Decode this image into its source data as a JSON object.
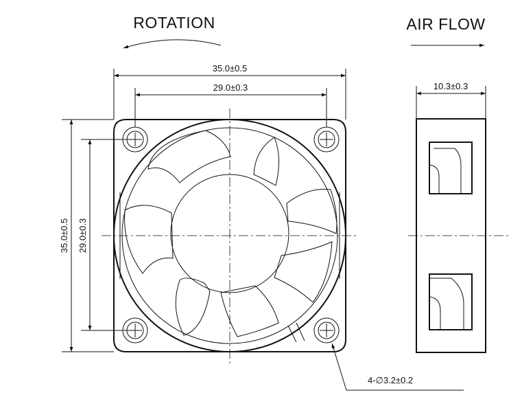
{
  "labels": {
    "rotation": "ROTATION",
    "airflow": "AIR FLOW"
  },
  "dimensions": {
    "outer_width": "35.0±0.5",
    "hole_pitch_width": "29.0±0.3",
    "outer_height": "35.0±0.5",
    "hole_pitch_height": "29.0±0.3",
    "thickness": "10.3±0.3",
    "mount_holes": "4-∅3.2±0.2"
  }
}
